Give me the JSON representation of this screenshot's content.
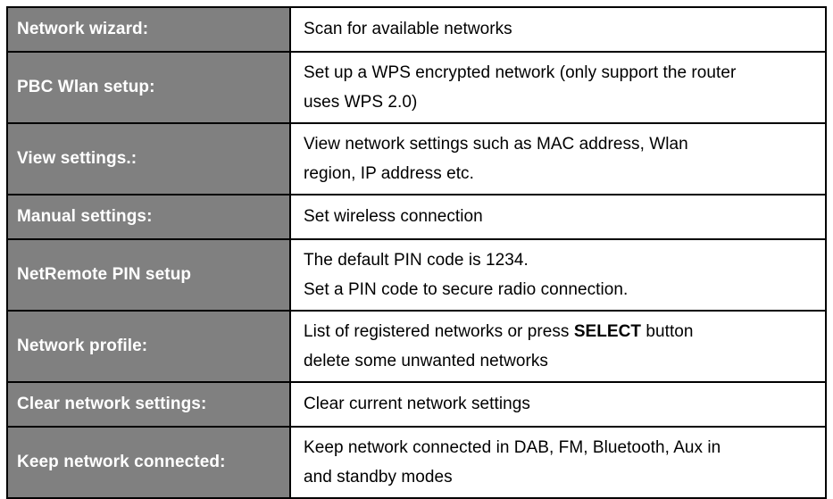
{
  "page": {
    "clipped_top_text": "",
    "background_color": "#ffffff",
    "label_cell_color": "#808080",
    "label_text_color": "#ffffff",
    "desc_cell_color": "#ffffff",
    "desc_text_color": "#000000",
    "border_color": "#000000"
  },
  "table": {
    "rows": [
      {
        "label": "Network wizard:",
        "lines": [
          {
            "text": "Scan for available networks"
          }
        ]
      },
      {
        "label": "PBC Wlan setup:",
        "lines": [
          {
            "text": "Set up a WPS encrypted network (only support the router"
          },
          {
            "text": "uses WPS 2.0)"
          }
        ]
      },
      {
        "label": "View settings.:",
        "lines": [
          {
            "text": "View network settings such as MAC address, Wlan"
          },
          {
            "text": "region, IP address etc."
          }
        ]
      },
      {
        "label": "Manual settings:",
        "lines": [
          {
            "text": "Set wireless connection"
          }
        ]
      },
      {
        "label": "NetRemote PIN setup",
        "lines": [
          {
            "text": "The default PIN code is 1234."
          },
          {
            "text": "Set a PIN code to secure radio connection."
          }
        ]
      },
      {
        "label": "Network profile:",
        "lines": [
          {
            "pre": "List of registered networks or press ",
            "bold": "SELECT",
            "post": " button"
          },
          {
            "text": "delete some unwanted networks"
          }
        ]
      },
      {
        "label": "Clear network settings:",
        "lines": [
          {
            "text": "Clear current network settings"
          }
        ]
      },
      {
        "label": "Keep network connected:",
        "lines": [
          {
            "text": "Keep network connected in DAB, FM, Bluetooth, Aux in"
          },
          {
            "text": "and standby modes"
          }
        ]
      }
    ]
  }
}
